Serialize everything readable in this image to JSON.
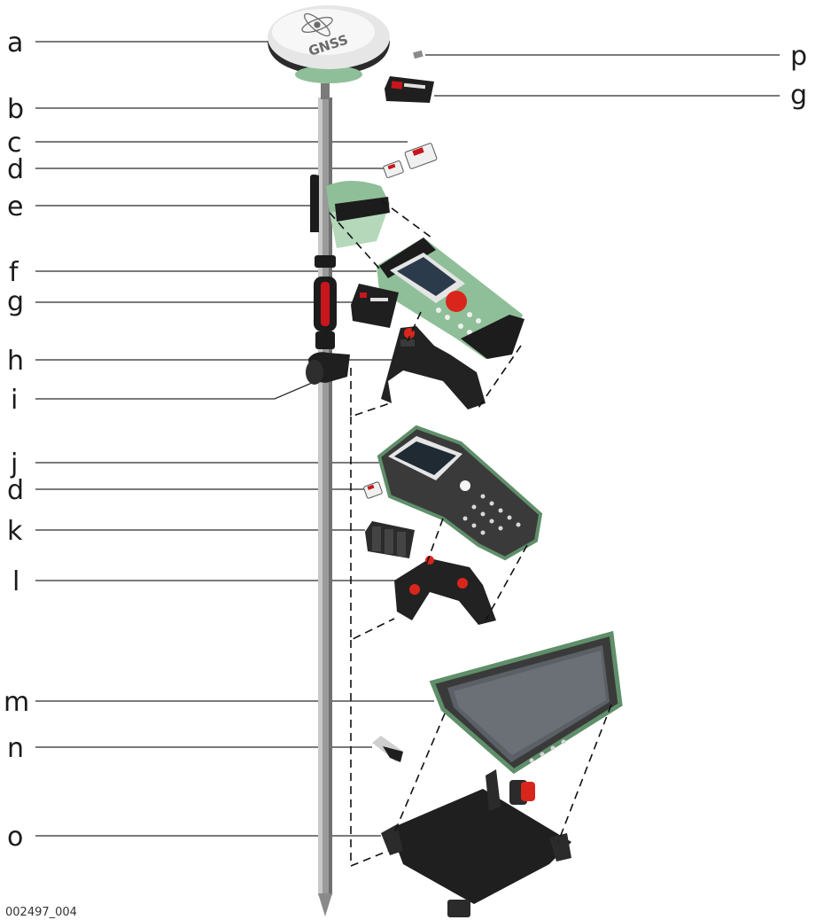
{
  "labels": {
    "a": "a",
    "b": "b",
    "c": "c",
    "d1": "d",
    "e": "e",
    "f": "f",
    "g1": "g",
    "h": "h",
    "i": "i",
    "j": "j",
    "d2": "d",
    "k": "k",
    "l": "l",
    "m": "m",
    "n": "n",
    "o": "o",
    "p": "p",
    "g2": "g"
  },
  "antenna_text": "GNSS",
  "figure_code": "002497_004",
  "colors": {
    "leica_green": "#8fbf98",
    "dark_green": "#3f6b4c",
    "pole_grey": "#9a9a9a",
    "bracket_black": "#1c1c1c",
    "accent_red": "#d9261c"
  }
}
